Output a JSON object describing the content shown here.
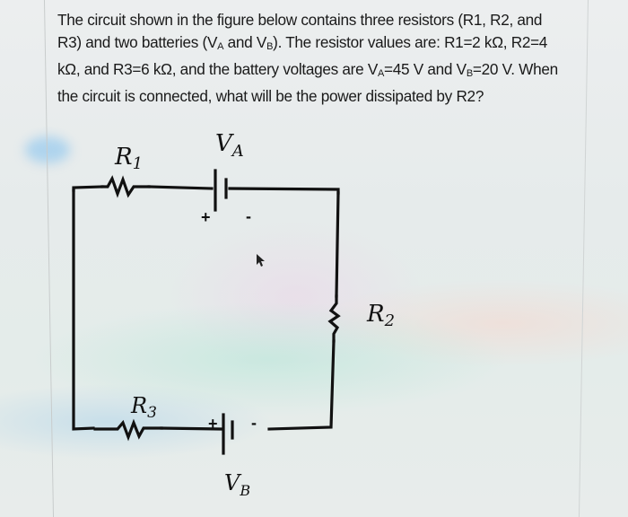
{
  "question": {
    "line1": "The circuit shown in the figure below contains three resistors (R1, R2, and",
    "line2_a": "R3) and two batteries (V",
    "line2_sub_a": "A",
    "line2_b": " and V",
    "line2_sub_b": "B",
    "line2_c": "). The resistor values are: R1=2 kΩ, R2=4",
    "line3_a": "kΩ, and R3=6 kΩ, and the battery voltages are V",
    "line3_sub_a": "A",
    "line3_b": "=45 V and V",
    "line3_sub_b": "B",
    "line3_c": "=20 V. When",
    "line4": "the circuit is connected, what will be the power dissipated by R2?"
  },
  "circuit": {
    "r1": {
      "symbol": "R",
      "subscript": "1",
      "value": "2 kΩ"
    },
    "r2": {
      "symbol": "R",
      "subscript": "2",
      "value": "4 kΩ"
    },
    "r3": {
      "symbol": "R",
      "subscript": "3",
      "value": "6 kΩ"
    },
    "va": {
      "symbol": "V",
      "subscript": "A",
      "value": "45 V",
      "plus": "+",
      "minus": "-"
    },
    "vb": {
      "symbol": "V",
      "subscript": "B",
      "value": "20 V",
      "plus": "+",
      "minus": "-"
    }
  },
  "colors": {
    "wire": "#111111",
    "text": "#1a1a1a"
  }
}
